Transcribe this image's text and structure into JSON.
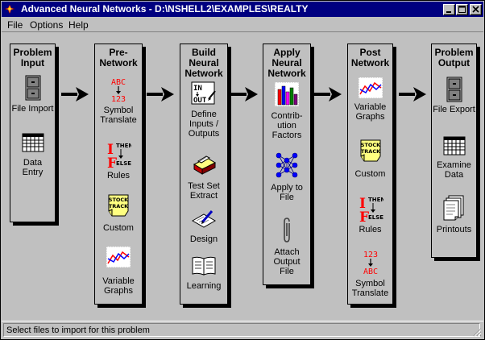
{
  "window": {
    "title": "Advanced Neural Networks - D:\\NSHELL2\\EXAMPLES\\REALTY"
  },
  "menu": {
    "file": "File",
    "options": "Options",
    "help": "Help"
  },
  "panels": {
    "problem_input": {
      "title_l1": "Problem",
      "title_l2": "Input",
      "tools": [
        {
          "icon": "file-cabinet-icon",
          "label_l1": "File Import",
          "label_l2": ""
        },
        {
          "icon": "grid-table-icon",
          "label_l1": "Data",
          "label_l2": "Entry"
        }
      ]
    },
    "pre_network": {
      "title_l1": "Pre-",
      "title_l2": "Network",
      "tools": [
        {
          "icon": "symbol-translate-icon",
          "icon_text_top": "ABC",
          "icon_text_bottom": "123",
          "label_l1": "Symbol",
          "label_l2": "Translate"
        },
        {
          "icon": "if-then-else-icon",
          "icon_text_then": "THEN",
          "icon_text_else": "ELSE",
          "label_l1": "Rules",
          "label_l2": ""
        },
        {
          "icon": "stock-track-icon",
          "icon_text_l1": "STOCK",
          "icon_text_l2": "TRACK",
          "label_l1": "Custom",
          "label_l2": ""
        },
        {
          "icon": "line-graph-icon",
          "label_l1": "Variable",
          "label_l2": "Graphs"
        }
      ]
    },
    "build_network": {
      "title_l1": "Build",
      "title_l2": "Neural",
      "title_l3": "Network",
      "tools": [
        {
          "icon": "in-out-icon",
          "icon_text_in": "IN",
          "icon_text_out": "OUT",
          "label_l1": "Define",
          "label_l2": "Inputs /",
          "label_l3": "Outputs"
        },
        {
          "icon": "test-set-icon",
          "label_l1": "Test Set",
          "label_l2": "Extract"
        },
        {
          "icon": "design-pencil-icon",
          "label_l1": "Design",
          "label_l2": ""
        },
        {
          "icon": "open-book-icon",
          "label_l1": "Learning",
          "label_l2": ""
        }
      ]
    },
    "apply_network": {
      "title_l1": "Apply",
      "title_l2": "Neural",
      "title_l3": "Network",
      "tools": [
        {
          "icon": "bar-chart-icon",
          "label_l1": "Contrib-",
          "label_l2": "ution",
          "label_l3": "Factors"
        },
        {
          "icon": "neural-net-icon",
          "label_l1": "Apply to",
          "label_l2": "File"
        },
        {
          "icon": "paperclip-icon",
          "label_l1": "Attach",
          "label_l2": "Output",
          "label_l3": "File"
        }
      ]
    },
    "post_network": {
      "title_l1": "Post",
      "title_l2": "Network",
      "tools": [
        {
          "icon": "line-graph-icon",
          "label_l1": "Variable",
          "label_l2": "Graphs"
        },
        {
          "icon": "stock-track-icon",
          "icon_text_l1": "STOCK",
          "icon_text_l2": "TRACK",
          "label_l1": "Custom",
          "label_l2": ""
        },
        {
          "icon": "if-then-else-icon",
          "icon_text_then": "THEN",
          "icon_text_else": "ELSE",
          "label_l1": "Rules",
          "label_l2": ""
        },
        {
          "icon": "symbol-translate-icon",
          "icon_text_top": "123",
          "icon_text_bottom": "ABC",
          "label_l1": "Symbol",
          "label_l2": "Translate"
        }
      ]
    },
    "problem_output": {
      "title_l1": "Problem",
      "title_l2": "Output",
      "tools": [
        {
          "icon": "file-cabinet-icon",
          "label_l1": "File Export",
          "label_l2": ""
        },
        {
          "icon": "grid-table-icon",
          "label_l1": "Examine",
          "label_l2": "Data"
        },
        {
          "icon": "printout-icon",
          "label_l1": "Printouts",
          "label_l2": ""
        }
      ]
    }
  },
  "status": {
    "text": "Select files to import for this problem"
  },
  "colors": {
    "title_bar": "#000080",
    "face": "#c0c0c0",
    "symbol_red": "#ff0000",
    "note_yellow": "#ffff80"
  }
}
